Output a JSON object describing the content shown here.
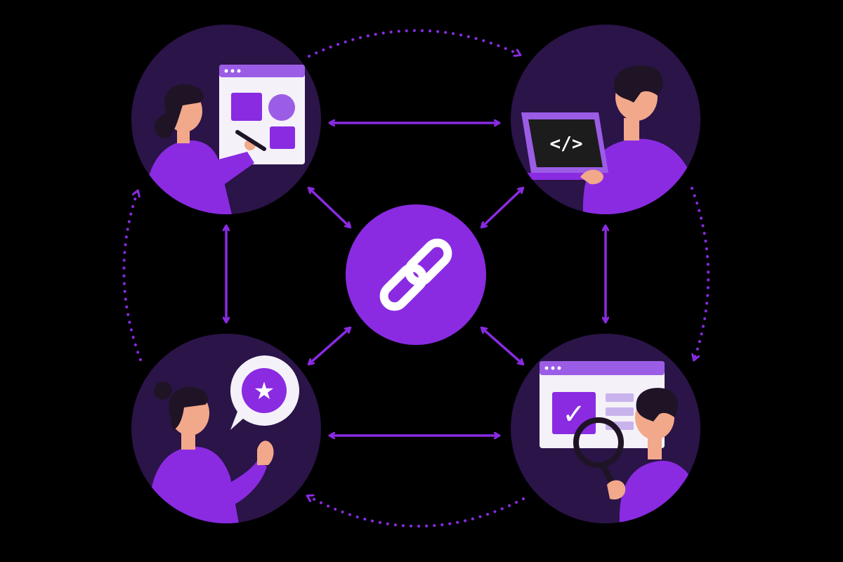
{
  "diagram": {
    "background": "#000000",
    "colors": {
      "accent": "#8A2BE2",
      "accent_light": "#9B5DE5",
      "node_fill": "#2A1448",
      "skin": "#F2A88A",
      "hair": "#1F1426",
      "paper": "#F4F1F8",
      "screen_dark": "#1C1C1C",
      "link_icon": "#FFFFFF"
    },
    "center": {
      "icon": "chain-link-icon"
    },
    "nodes": [
      {
        "id": "designer",
        "icon": "designer-icon",
        "screen_glyph": ""
      },
      {
        "id": "developer",
        "icon": "developer-icon",
        "screen_glyph": "</>"
      },
      {
        "id": "feedback",
        "icon": "feedback-icon",
        "screen_glyph": "★"
      },
      {
        "id": "reviewer",
        "icon": "reviewer-icon",
        "screen_glyph": "✓"
      }
    ],
    "connections": [
      {
        "from": "designer",
        "to": "developer",
        "style": "solid",
        "direction": "both"
      },
      {
        "from": "feedback",
        "to": "reviewer",
        "style": "solid",
        "direction": "both"
      },
      {
        "from": "designer",
        "to": "feedback",
        "style": "solid",
        "direction": "both"
      },
      {
        "from": "developer",
        "to": "reviewer",
        "style": "solid",
        "direction": "both"
      },
      {
        "from": "center",
        "to": "designer",
        "style": "solid",
        "direction": "both"
      },
      {
        "from": "center",
        "to": "developer",
        "style": "solid",
        "direction": "both"
      },
      {
        "from": "center",
        "to": "feedback",
        "style": "solid",
        "direction": "both"
      },
      {
        "from": "center",
        "to": "reviewer",
        "style": "solid",
        "direction": "both"
      },
      {
        "from": "designer",
        "to": "developer",
        "style": "dotted",
        "direction": "forward"
      },
      {
        "from": "developer",
        "to": "reviewer",
        "style": "dotted",
        "direction": "forward"
      },
      {
        "from": "reviewer",
        "to": "feedback",
        "style": "dotted",
        "direction": "forward"
      },
      {
        "from": "feedback",
        "to": "designer",
        "style": "dotted",
        "direction": "forward"
      }
    ]
  }
}
